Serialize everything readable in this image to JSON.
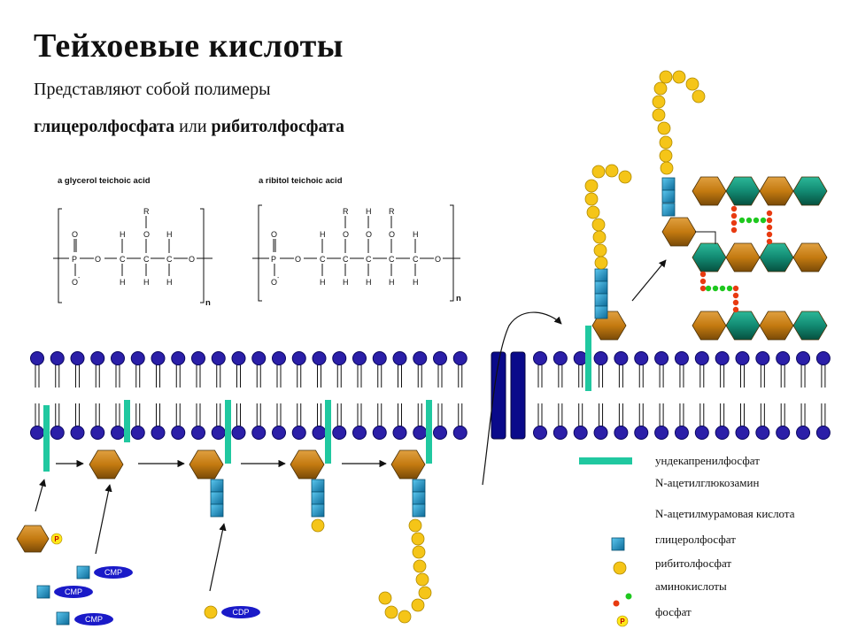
{
  "title": "Тейхоевые кислоты",
  "subtitle": "Представляют собой полимеры",
  "subtitle2": {
    "term1": "глицеролфосфата",
    "conj": " или ",
    "term2": "рибитолфосфата"
  },
  "formulas": {
    "glycerol_title": "a glycerol teichoic acid",
    "ribitol_title": "a ribitol teichoic acid",
    "glycerol_n": "n",
    "ribitol_n": "n"
  },
  "reagents": {
    "cmp1": "CMP",
    "cmp2": "CMP",
    "cmp3": "CMP",
    "cdp": "CDP",
    "p_start": "P"
  },
  "legend": {
    "undecaprenyl": "ундекапренилфосфат",
    "glcnac": "N-ацетилглюкозамин",
    "murnac": "N-ацетилмурамовая кислота",
    "glycerolphosphate": "глицеролфосфат",
    "ribitolphosphate": "рибитолфосфат",
    "aminoacids": "аминокислоты",
    "phosphate": "фосфат",
    "p_symbol": "P"
  },
  "colors": {
    "lipid_head": "#2b1fa8",
    "lipid_head_stroke": "#0a0660",
    "undecaprenyl": "#20c8a0",
    "glcnac": "#c47a10",
    "murnac": "#128a72",
    "glycerol": "#1a9ac8",
    "ribitol": "#f5c518",
    "amino_red": "#e83a10",
    "amino_green": "#1ec81e",
    "channel": "#0a0a8a"
  }
}
